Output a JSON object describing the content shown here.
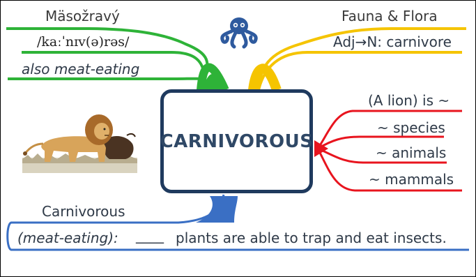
{
  "center": {
    "word": "CARNIVOROUS"
  },
  "top_left": {
    "title": "Mäsožravý",
    "ipa": "/kaːˈnɪv(ə)rəs/",
    "synonym": "also meat-eating"
  },
  "top_right": {
    "title": "Fauna & Flora",
    "derivation": "Adj→N: carnivore"
  },
  "right": {
    "items": [
      "(A lion) is ~",
      "~ species",
      "~ animals",
      "~ mammals"
    ]
  },
  "bottom": {
    "line1": "Carnivorous",
    "line2_ital": "(meat-eating):",
    "blank": "____",
    "sentence": "plants are able to trap and eat insects."
  },
  "colors": {
    "green": "#2eb338",
    "yellow": "#f5c400",
    "red": "#e8141e",
    "blue": "#3a6fc4",
    "box": "#1f3a5e"
  },
  "icons": {
    "logo": "octopus-icon",
    "illustration": "lion-illustration"
  }
}
